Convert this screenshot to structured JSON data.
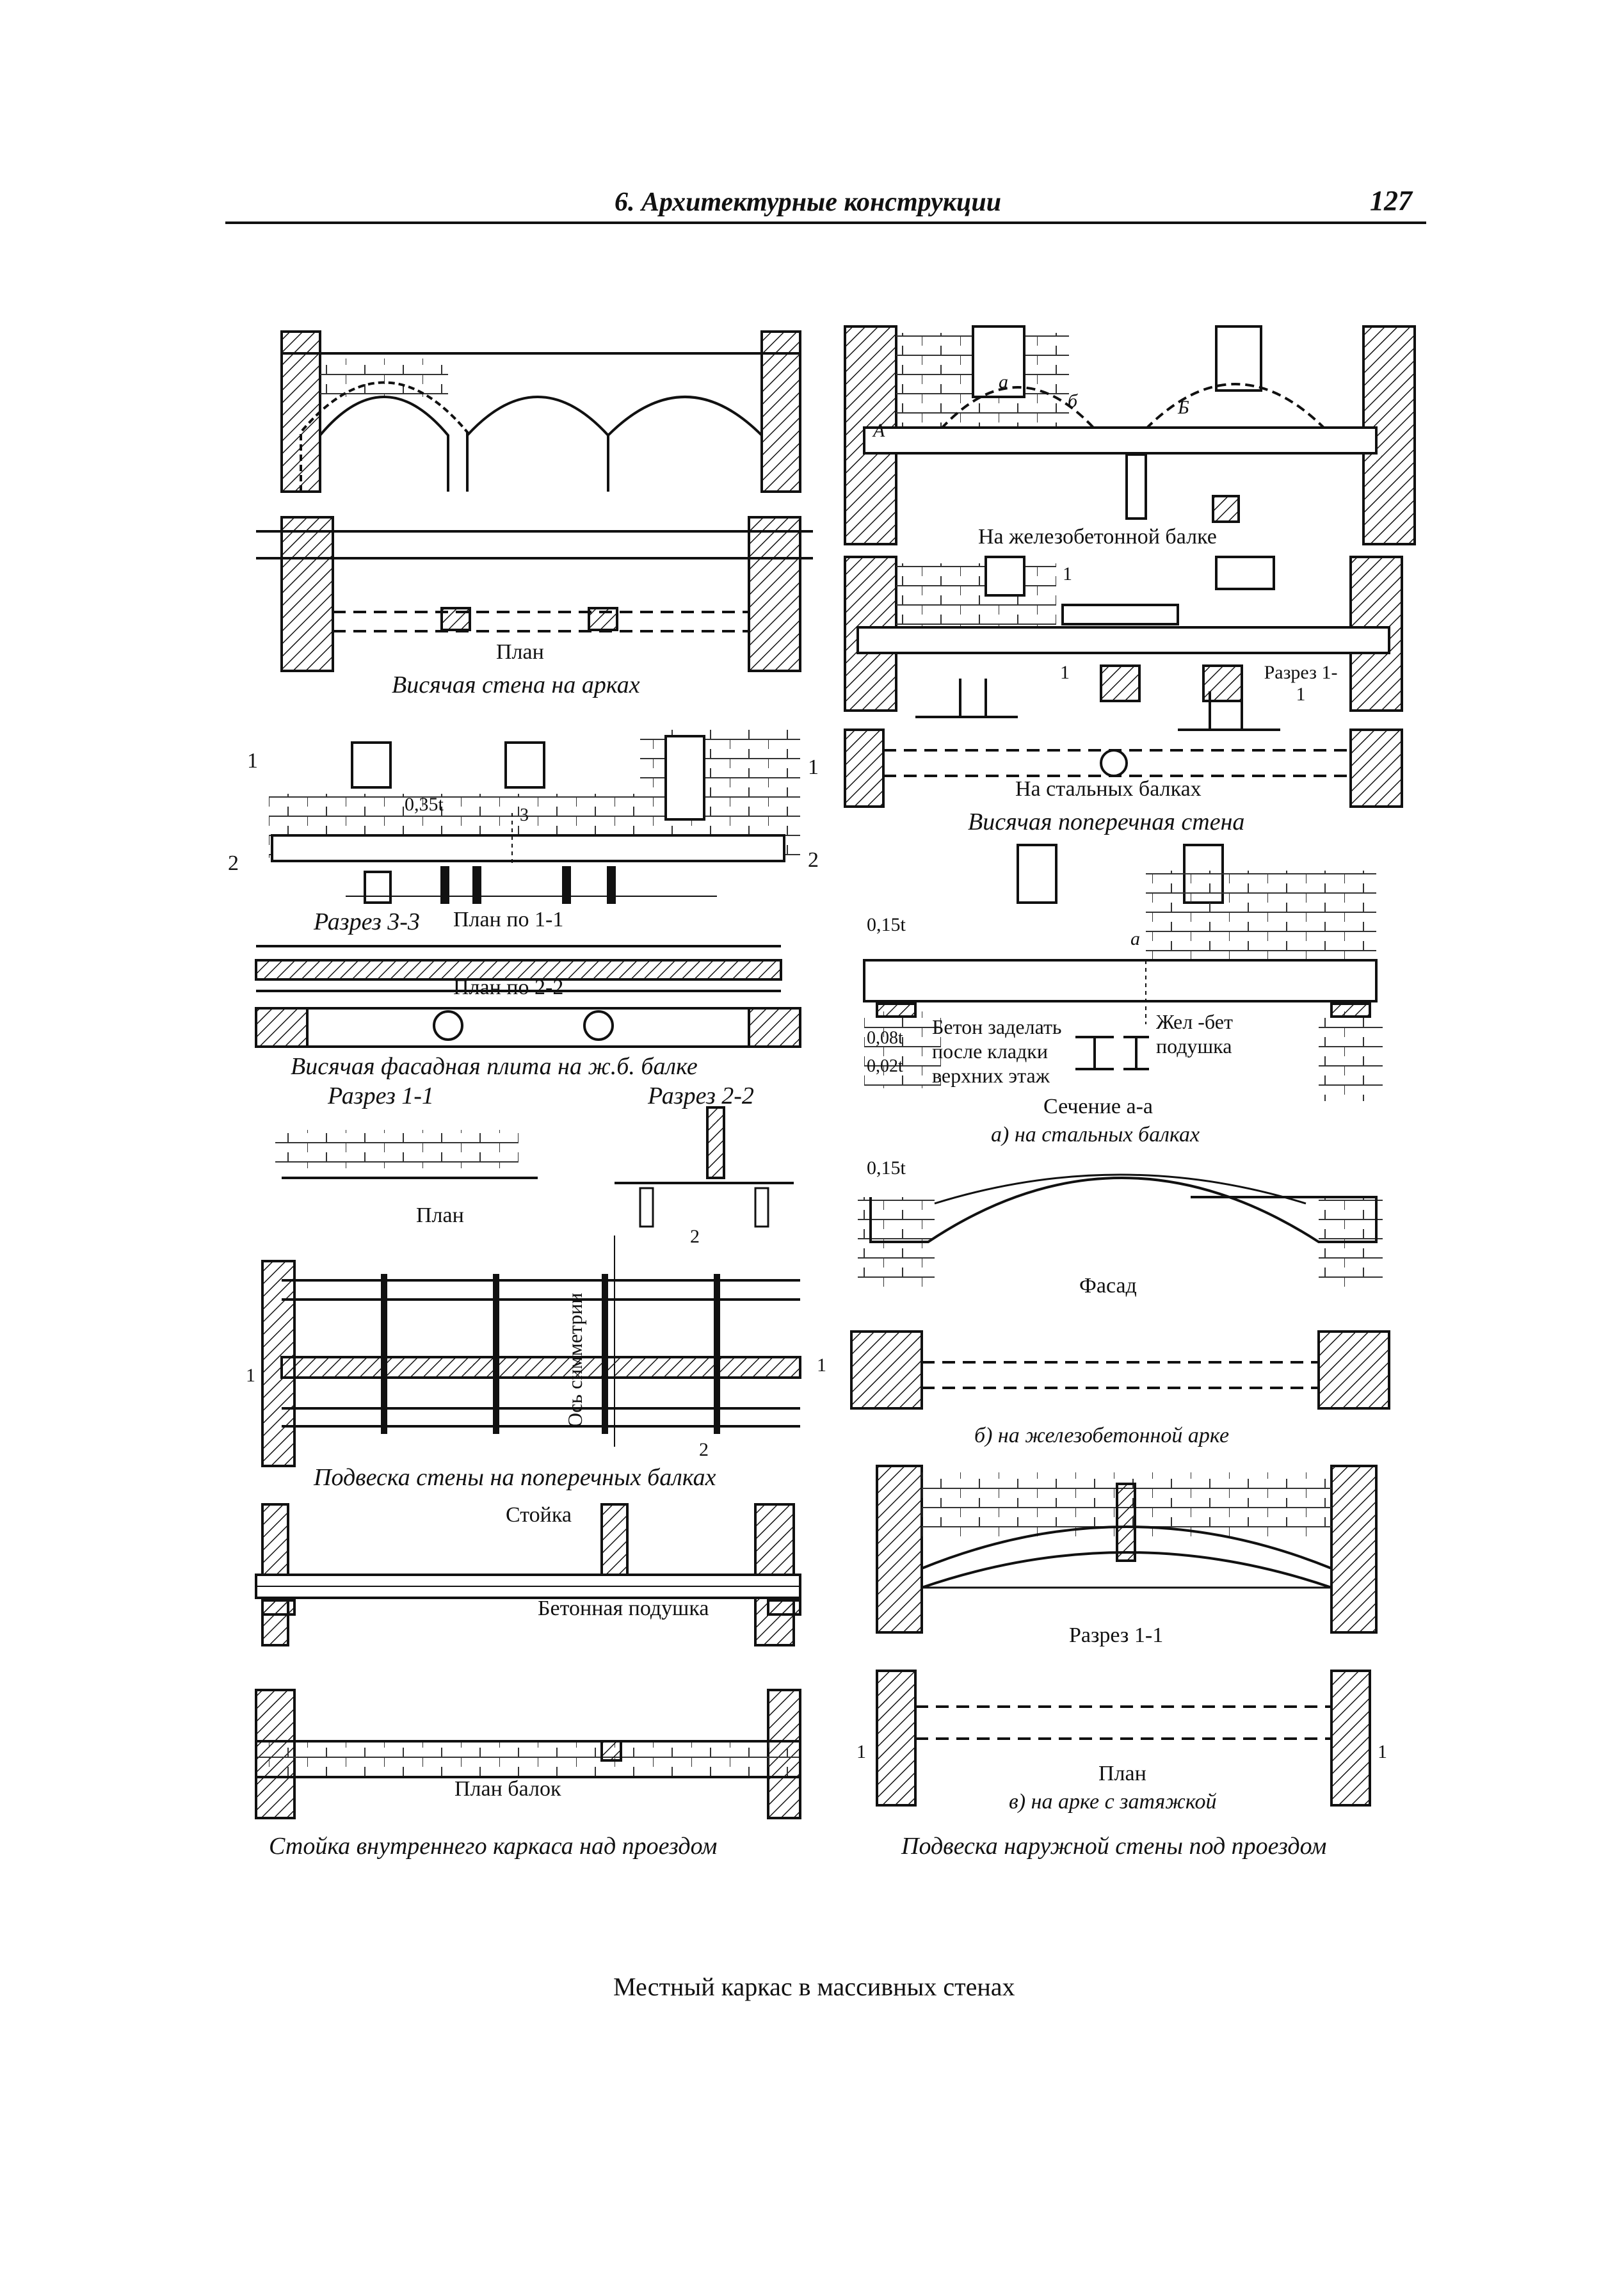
{
  "header": {
    "title": "6. Архитектурные конструкции",
    "page_number": "127"
  },
  "left": {
    "arches": {
      "plan_label": "План",
      "caption": "Висячая стена на арках"
    },
    "facade_plate": {
      "mark_1": "1",
      "mark_2": "2",
      "mark_3": "3",
      "dim_035t": "0,35t",
      "section_33": "Разрез 3-3",
      "plan_11": "План по 1-1",
      "plan_22": "План по 2-2",
      "caption": "Висячая фасадная плита на ж.б. балке"
    },
    "suspension_cross": {
      "section_11": "Разрез 1-1",
      "section_22": "Разрез 2-2",
      "plan_label": "План",
      "axis_label": "Ось   симметрии",
      "mark_1": "1",
      "mark_2": "2",
      "caption": "Подвеска стены на поперечных балках"
    },
    "column": {
      "column_label": "Стойка",
      "pad_label": "Бетонная подушка",
      "beams_plan": "План балок",
      "caption": "Стойка внутреннего каркаса над проездом"
    }
  },
  "right": {
    "cross_wall": {
      "mark_a": "а",
      "mark_b": "б",
      "mark_A": "А",
      "mark_B": "Б",
      "rc_beam_label": "На железобетонной балке",
      "section_11": "Разрез 1-1",
      "mark_1": "1",
      "steel_beams_label": "На стальных балках",
      "caption": "Висячая поперечная стена"
    },
    "steel_variant": {
      "dim_015t": "0,15t",
      "dim_008t": "0,08t",
      "dim_002t": "0,02t",
      "mark_a": "а",
      "concrete_note_1": "Бетон заделать",
      "concrete_note_2": "после кладки",
      "concrete_note_3": "верхних этаж",
      "rc_pad_1": "Жел -бет",
      "rc_pad_2": "подушка",
      "section_aa": "Сечение а-а",
      "caption": "а) на стальных балках"
    },
    "rc_arch": {
      "dim_015t": "0,15t",
      "facade_label": "Фасад",
      "caption": "б) на железобетонной арке"
    },
    "tie_arch": {
      "section_11": "Разрез 1-1",
      "plan_label": "План",
      "mark_1": "1",
      "caption": "в) на арке с затяжкой"
    },
    "caption": "Подвеска наружной стены под проездом"
  },
  "figure_caption": "Местный каркас в массивных стенах"
}
